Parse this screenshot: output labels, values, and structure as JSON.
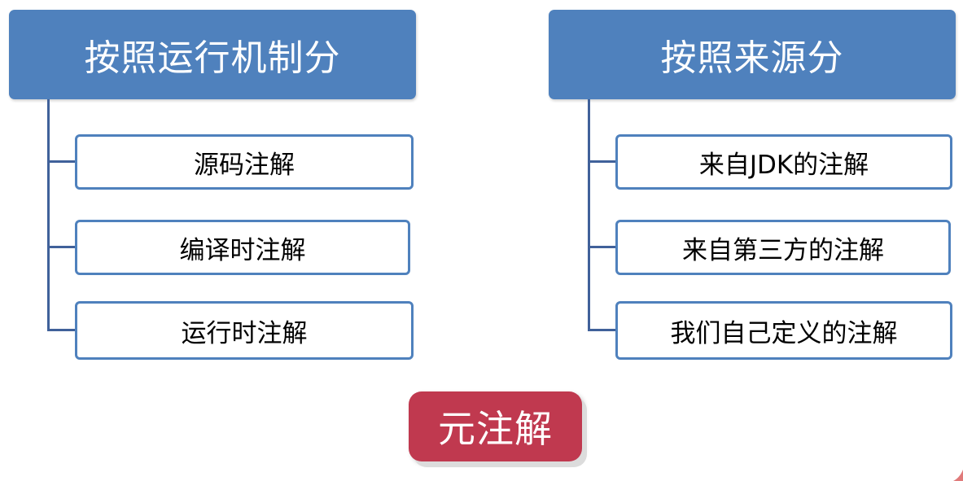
{
  "left_group": {
    "title": "按照运行机制分",
    "items": [
      "源码注解",
      "编译时注解",
      "运行时注解"
    ]
  },
  "right_group": {
    "title": "按照来源分",
    "items": [
      "来自JDK的注解",
      "来自第三方的注解",
      "我们自己定义的注解"
    ]
  },
  "meta_annotation": "元注解",
  "colors": {
    "header_fill": "#4f81bd",
    "connector": "#40619a",
    "meta_fill": "#c0394f"
  }
}
